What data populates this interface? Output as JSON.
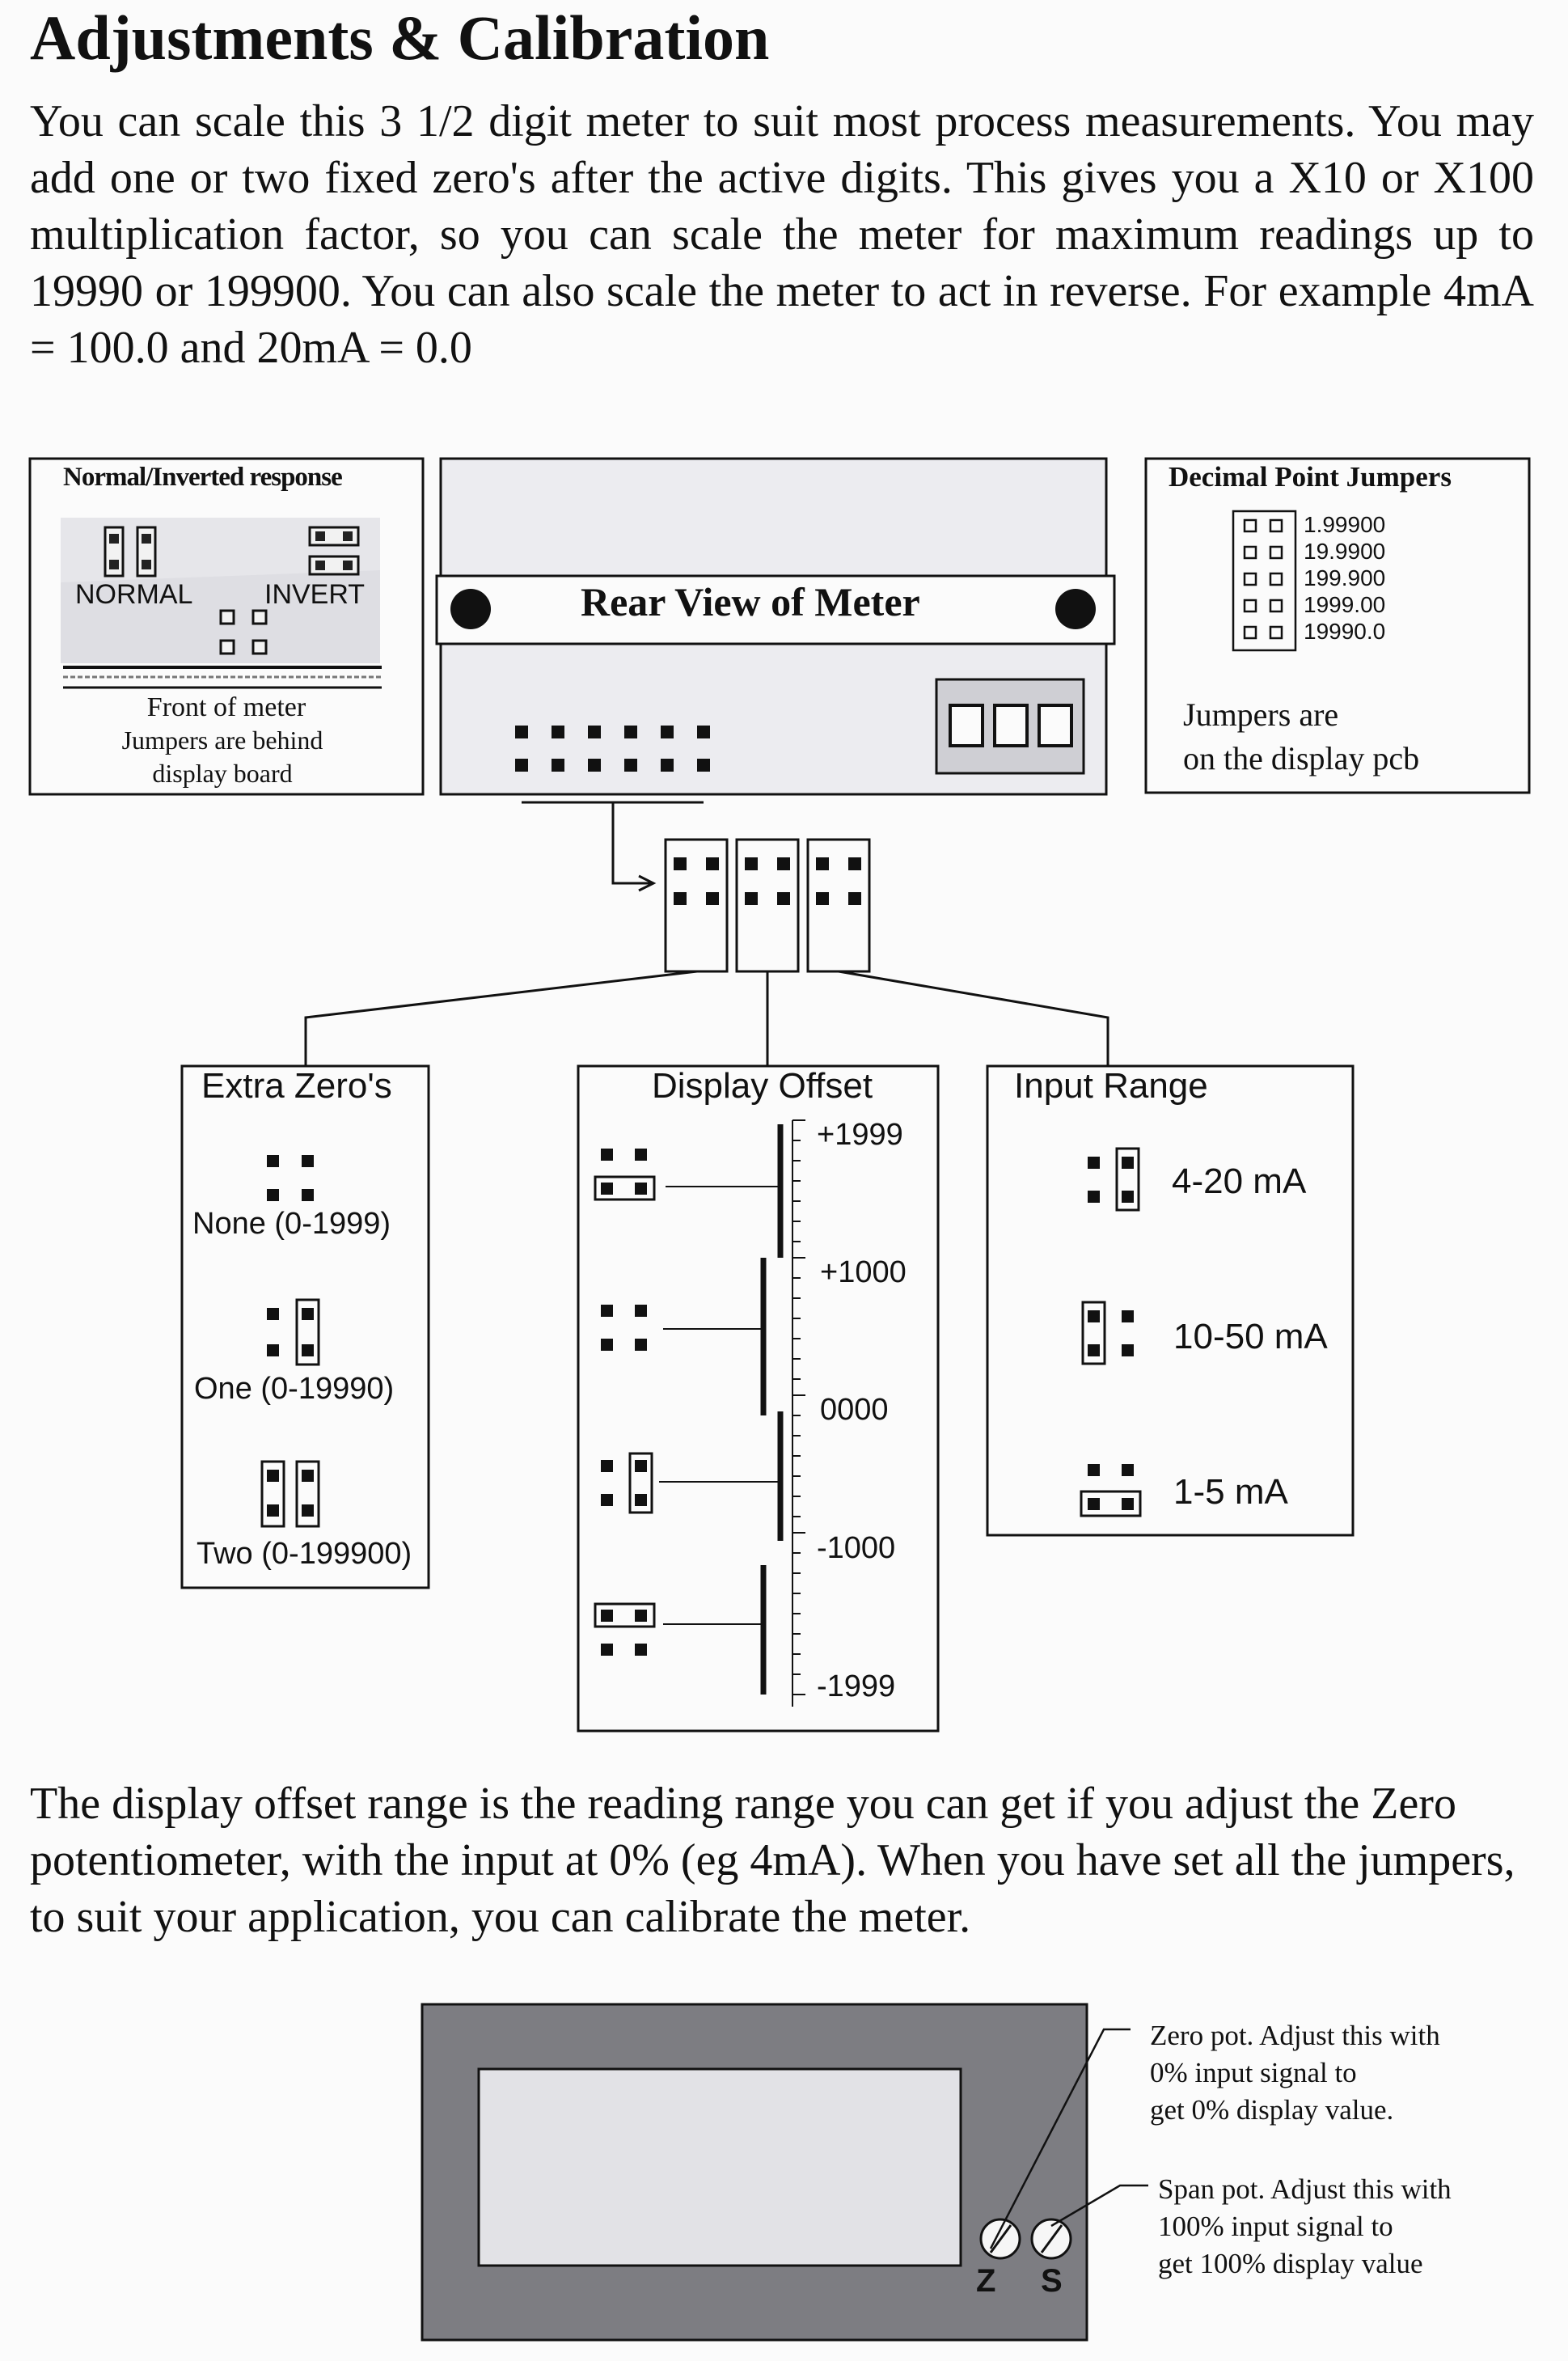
{
  "document": {
    "title": "Adjustments & Calibration",
    "intro": "You can scale this 3 1/2 digit meter to suit most process measurements. You may add one or two fixed zero's after the active digits. This gives you a X10 or X100 multiplication factor, so you can scale the meter for maximum readings up to 19990 or 199900. You can also scale the meter to act in reverse. For example 4mA = 100.0 and 20mA = 0.0",
    "outro": "The display offset range is the reading range you can get if you adjust the Zero potentiometer, with the input at 0% (eg 4mA). When you have set all the jumpers, to suit your application, you can calibrate the meter."
  },
  "normal_inverted": {
    "title": "Normal/Inverted response",
    "normal_label": "NORMAL",
    "invert_label": "INVERT",
    "caption_line1": "Front of meter",
    "caption_line2": "Jumpers are behind",
    "caption_line3": "display board"
  },
  "rear_view": {
    "title": "Rear View of Meter"
  },
  "decimal_point": {
    "title": "Decimal Point Jumpers",
    "options": [
      "1.99900",
      "19.9900",
      "199.900",
      "1999.00",
      "19990.0"
    ],
    "note_line1": "Jumpers are",
    "note_line2": "on the display pcb"
  },
  "extra_zeros": {
    "title": "Extra Zero's",
    "options": [
      "None (0-1999)",
      "One (0-19990)",
      "Two (0-199900)"
    ]
  },
  "display_offset": {
    "title": "Display Offset",
    "scale": [
      "+1999",
      "+1000",
      "0000",
      "-1000",
      "-1999"
    ]
  },
  "input_range": {
    "title": "Input Range",
    "options": [
      "4-20 mA",
      "10-50 mA",
      "1-5 mA"
    ]
  },
  "calibration": {
    "zero_note": [
      "Zero pot. Adjust this with",
      "0% input signal to",
      "get 0% display value."
    ],
    "span_note": [
      "Span pot. Adjust this with",
      "100% input signal to",
      "get 100% display value"
    ],
    "zero_label": "Z",
    "span_label": "S"
  }
}
